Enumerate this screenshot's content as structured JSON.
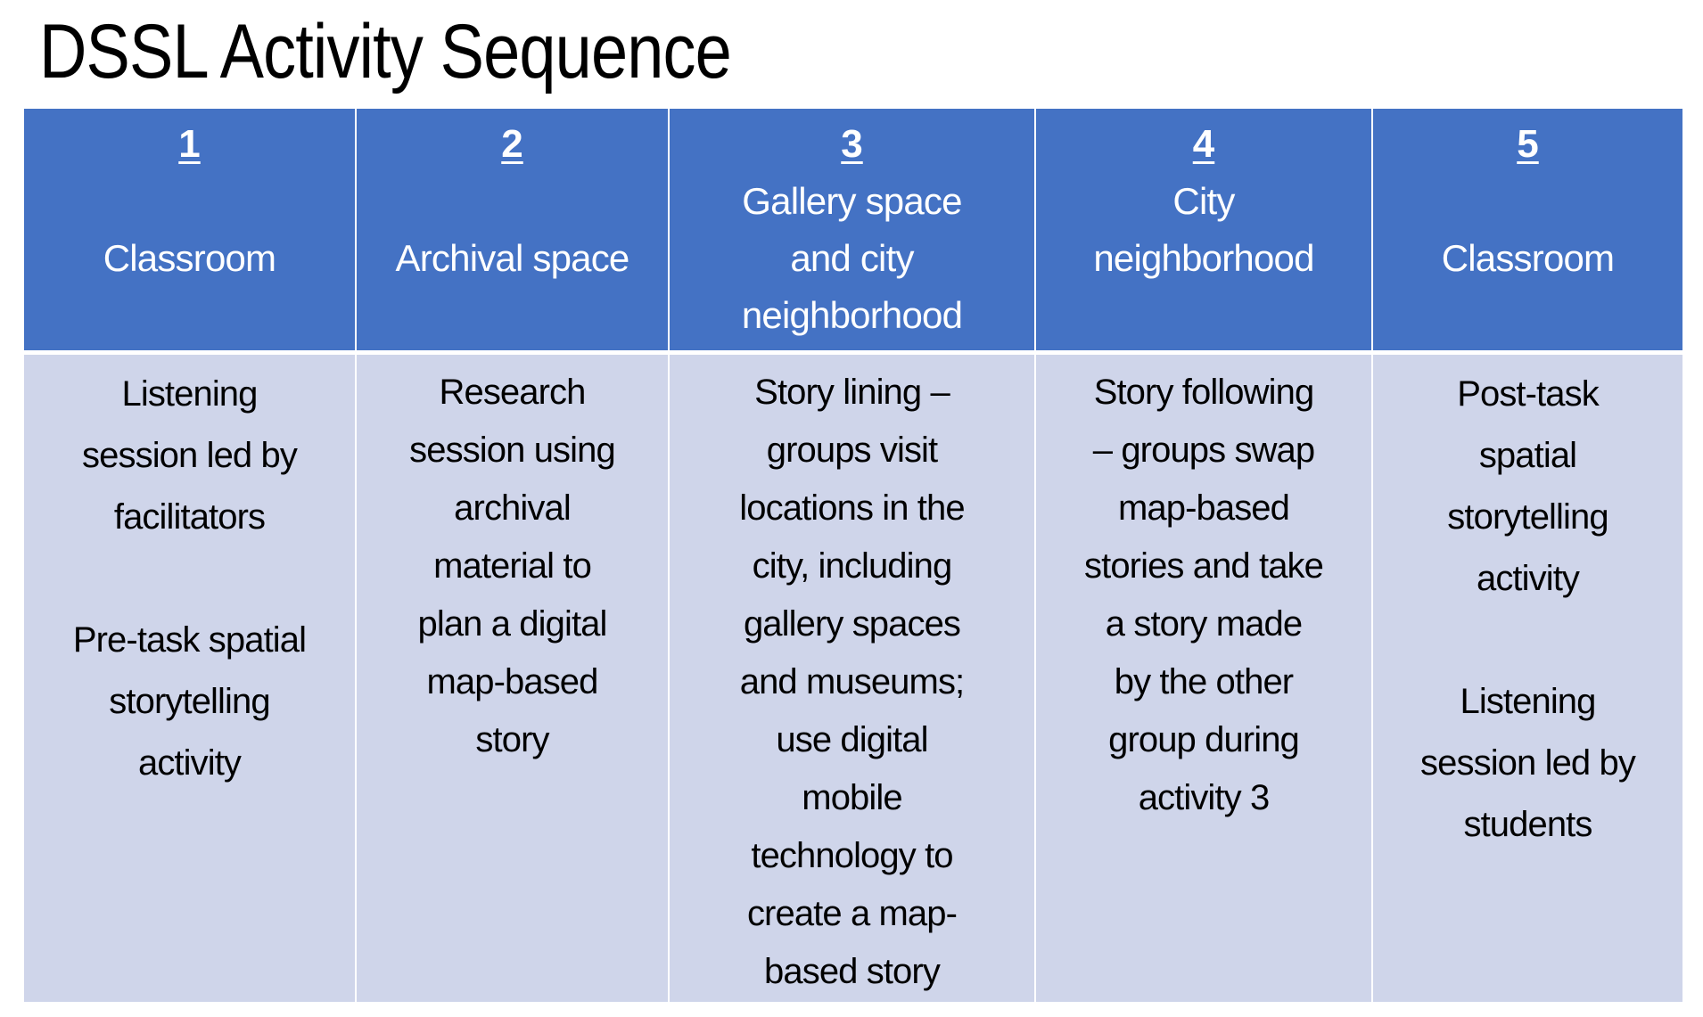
{
  "slide": {
    "title": "DSSL Activity Sequence"
  },
  "colors": {
    "header_bg": "#4472C4",
    "header_text": "#FFFFFF",
    "body_bg": "#CFD5EA",
    "body_text": "#000000",
    "border": "#FFFFFF"
  },
  "table": {
    "columns": [
      {
        "number": "1",
        "header_lines": [
          "",
          "Classroom"
        ],
        "body_lines": [
          "Listening",
          "session led by",
          "facilitators",
          "",
          "Pre-task spatial",
          "storytelling",
          "activity"
        ],
        "header_text": "Classroom",
        "body_text": "Listening session led by facilitators\n\nPre-task spatial storytelling activity"
      },
      {
        "number": "2",
        "header_lines": [
          "",
          "Archival space"
        ],
        "body_lines": [
          "Research",
          "session using",
          "archival",
          "material to",
          "plan a digital",
          "map-based",
          "story"
        ],
        "header_text": "Archival space",
        "body_text": "Research session using archival material to plan a digital map-based story"
      },
      {
        "number": "3",
        "header_lines": [
          "Gallery space",
          "and city",
          "neighborhood"
        ],
        "body_lines": [
          "Story lining –",
          "groups visit",
          "locations in the",
          "city, including",
          "gallery spaces",
          "and museums;",
          "use digital",
          "mobile",
          "technology to",
          "create a map-",
          "based story"
        ],
        "header_text": "Gallery space and city neighborhood",
        "body_text": "Story lining – groups visit locations in the city, including gallery spaces and museums; use digital mobile technology to create a map-based story"
      },
      {
        "number": "4",
        "header_lines": [
          "City",
          "neighborhood"
        ],
        "body_lines": [
          "Story following",
          "– groups swap",
          "map-based",
          "stories and take",
          "a story made",
          "by the other",
          "group during",
          "activity 3"
        ],
        "header_text": "City neighborhood",
        "body_text": "Story following – groups swap map-based stories and take a story made by the other group during activity 3"
      },
      {
        "number": "5",
        "header_lines": [
          "",
          "Classroom"
        ],
        "body_lines": [
          "Post-task",
          "spatial",
          "storytelling",
          "activity",
          "",
          "Listening",
          "session led by",
          "students"
        ],
        "header_text": "Classroom",
        "body_text": "Post-task spatial storytelling activity\n\nListening session led by students"
      }
    ]
  }
}
